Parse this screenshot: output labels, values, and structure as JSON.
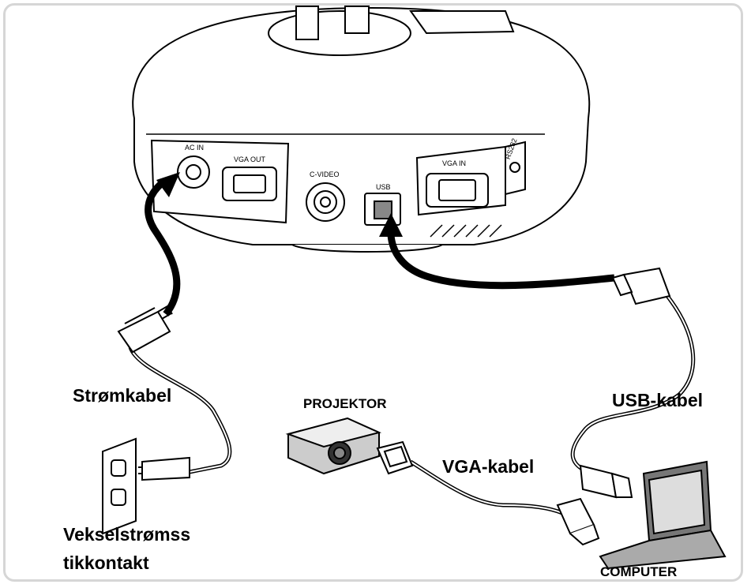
{
  "device_ports": {
    "ac_in": "AC IN",
    "vga_out": "VGA OUT",
    "c_video": "C-VIDEO",
    "usb": "USB",
    "vga_in": "VGA IN",
    "rs232": "RS232"
  },
  "labels": {
    "power_cable": "Strømkabel",
    "projector": "PROJEKTOR",
    "usb_cable": "USB-kabel",
    "vga_cable": "VGA-kabel",
    "outlet_line1": "Vekselstrømss",
    "outlet_line2": "tikkontakt",
    "computer": "COMPUTER"
  }
}
